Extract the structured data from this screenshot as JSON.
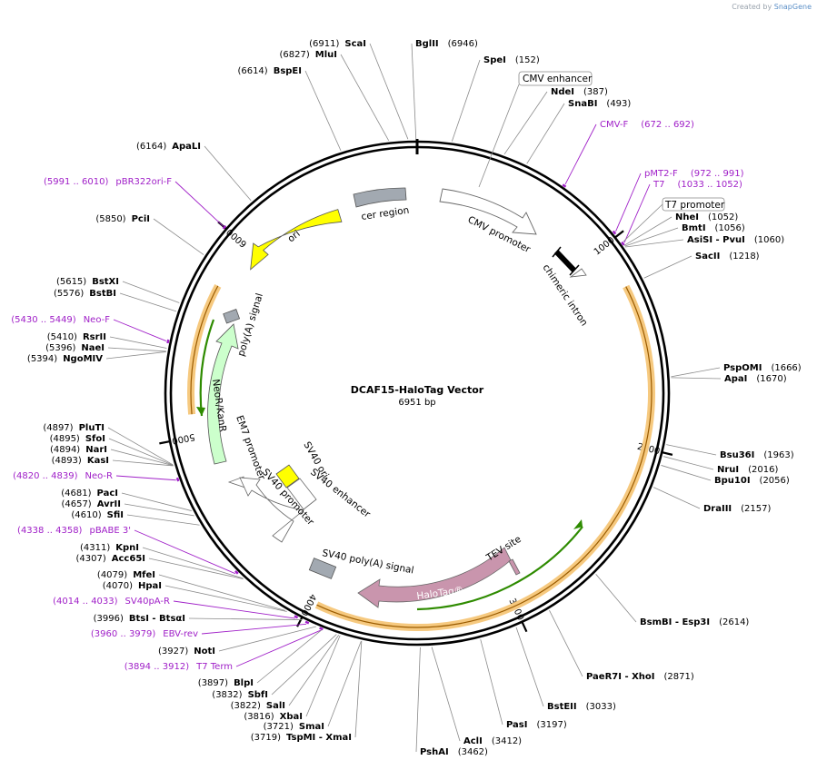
{
  "watermark": {
    "prefix": "Created by",
    "brand": "SnapGene"
  },
  "map": {
    "title": "DCAF15-HaloTag Vector",
    "size_label": "6951 bp",
    "length": 6951,
    "ticks": [
      "1000",
      "2000",
      "3000",
      "4000",
      "5000",
      "6000"
    ]
  },
  "enzymes": [
    {
      "name": "ScaI",
      "pos": "(6911)",
      "site": 6911
    },
    {
      "name": "MluI",
      "pos": "(6827)",
      "site": 6827
    },
    {
      "name": "BspEI",
      "pos": "(6614)",
      "site": 6614
    },
    {
      "name": "ApaLI",
      "pos": "(6164)",
      "site": 6164
    },
    {
      "name": "PciI",
      "pos": "(5850)",
      "site": 5850
    },
    {
      "name": "BstXI",
      "pos": "(5615)",
      "site": 5615
    },
    {
      "name": "BstBI",
      "pos": "(5576)",
      "site": 5576
    },
    {
      "name": "RsrII",
      "pos": "(5410)",
      "site": 5410
    },
    {
      "name": "NaeI",
      "pos": "(5396)",
      "site": 5396
    },
    {
      "name": "NgoMIV",
      "pos": "(5394)",
      "site": 5394
    },
    {
      "name": "PluTI",
      "pos": "(4897)",
      "site": 4897
    },
    {
      "name": "SfoI",
      "pos": "(4895)",
      "site": 4895
    },
    {
      "name": "NarI",
      "pos": "(4894)",
      "site": 4894
    },
    {
      "name": "KasI",
      "pos": "(4893)",
      "site": 4893
    },
    {
      "name": "PacI",
      "pos": "(4681)",
      "site": 4681
    },
    {
      "name": "AvrII",
      "pos": "(4657)",
      "site": 4657
    },
    {
      "name": "SfiI",
      "pos": "(4610)",
      "site": 4610
    },
    {
      "name": "KpnI",
      "pos": "(4311)",
      "site": 4311
    },
    {
      "name": "Acc65I",
      "pos": "(4307)",
      "site": 4307
    },
    {
      "name": "MfeI",
      "pos": "(4079)",
      "site": 4079
    },
    {
      "name": "HpaI",
      "pos": "(4070)",
      "site": 4070
    },
    {
      "name": "BtsI - BtsαI",
      "pos": "(3996)",
      "site": 3996
    },
    {
      "name": "NotI",
      "pos": "(3927)",
      "site": 3927
    },
    {
      "name": "BlpI",
      "pos": "(3897)",
      "site": 3897
    },
    {
      "name": "SbfI",
      "pos": "(3832)",
      "site": 3832
    },
    {
      "name": "SalI",
      "pos": "(3822)",
      "site": 3822
    },
    {
      "name": "XbaI",
      "pos": "(3816)",
      "site": 3816
    },
    {
      "name": "SmaI",
      "pos": "(3721)",
      "site": 3721
    },
    {
      "name": "TspMI - XmaI",
      "pos": "(3719)",
      "site": 3719
    },
    {
      "name": "PshAI",
      "pos": "(3462)",
      "site": 3462
    },
    {
      "name": "AclI",
      "pos": "(3412)",
      "site": 3412
    },
    {
      "name": "PasI",
      "pos": "(3197)",
      "site": 3197
    },
    {
      "name": "BstEII",
      "pos": "(3033)",
      "site": 3033
    },
    {
      "name": "PaeR7I - XhoI",
      "pos": "(2871)",
      "site": 2871
    },
    {
      "name": "BsmBI - Esp3I",
      "pos": "(2614)",
      "site": 2614
    },
    {
      "name": "DraIII",
      "pos": "(2157)",
      "site": 2157
    },
    {
      "name": "Bpu10I",
      "pos": "(2056)",
      "site": 2056
    },
    {
      "name": "NruI",
      "pos": "(2016)",
      "site": 2016
    },
    {
      "name": "Bsu36I",
      "pos": "(1963)",
      "site": 1963
    },
    {
      "name": "ApaI",
      "pos": "(1670)",
      "site": 1670
    },
    {
      "name": "PspOMI",
      "pos": "(1666)",
      "site": 1666
    },
    {
      "name": "SacII",
      "pos": "(1218)",
      "site": 1218
    },
    {
      "name": "AsiSI - PvuI",
      "pos": "(1060)",
      "site": 1060
    },
    {
      "name": "BmtI",
      "pos": "(1056)",
      "site": 1056
    },
    {
      "name": "NheI",
      "pos": "(1052)",
      "site": 1052
    },
    {
      "name": "SnaBI",
      "pos": "(493)",
      "site": 493
    },
    {
      "name": "NdeI",
      "pos": "(387)",
      "site": 387
    },
    {
      "name": "SpeI",
      "pos": "(152)",
      "site": 152
    },
    {
      "name": "BglII",
      "pos": "(6946)",
      "site": 6946
    }
  ],
  "primers": [
    {
      "name": "CMV-F",
      "range": "(672 .. 692)",
      "site": 682
    },
    {
      "name": "pMT2-F",
      "range": "(972 .. 991)",
      "site": 981
    },
    {
      "name": "T7",
      "range": "(1033 .. 1052)",
      "site": 1042
    },
    {
      "name": "pBR322ori-F",
      "range": "(5991 .. 6010)",
      "site": 6000
    },
    {
      "name": "Neo-F",
      "range": "(5430 .. 5449)",
      "site": 5440
    },
    {
      "name": "Neo-R",
      "range": "(4820 .. 4839)",
      "site": 4830
    },
    {
      "name": "pBABE 3'",
      "range": "(4338 .. 4358)",
      "site": 4348
    },
    {
      "name": "SV40pA-R",
      "range": "(4014 .. 4033)",
      "site": 4024
    },
    {
      "name": "EBV-rev",
      "range": "(3960 .. 3979)",
      "site": 3970
    },
    {
      "name": "T7 Term",
      "range": "(3894 .. 3912)",
      "site": 3903
    }
  ],
  "boxed_features": [
    {
      "name": "CMV enhancer"
    },
    {
      "name": "T7 promoter"
    }
  ],
  "features": [
    {
      "name": "cer region",
      "color": "#a2a9b1"
    },
    {
      "name": "CMV promoter",
      "color": "#ffffff"
    },
    {
      "name": "chimeric intron",
      "color": "#000000"
    },
    {
      "name": "ori",
      "color": "#ffff00"
    },
    {
      "name": "poly(A) signal",
      "color": "#a2a9b1"
    },
    {
      "name": "NeoR/KanR",
      "color": "#ccffcc"
    },
    {
      "name": "EM7 promoter",
      "color": "#ffffff"
    },
    {
      "name": "SV40 ori",
      "color": "#ffff00"
    },
    {
      "name": "SV40 enhancer",
      "color": "#ffffff"
    },
    {
      "name": "SV40 promoter",
      "color": "#ffffff"
    },
    {
      "name": "SV40 poly(A) signal",
      "color": "#a2a9b1"
    },
    {
      "name": "HaloTag®",
      "color": "#c995ad"
    },
    {
      "name": "TEV site",
      "color": "#c995ad"
    }
  ]
}
